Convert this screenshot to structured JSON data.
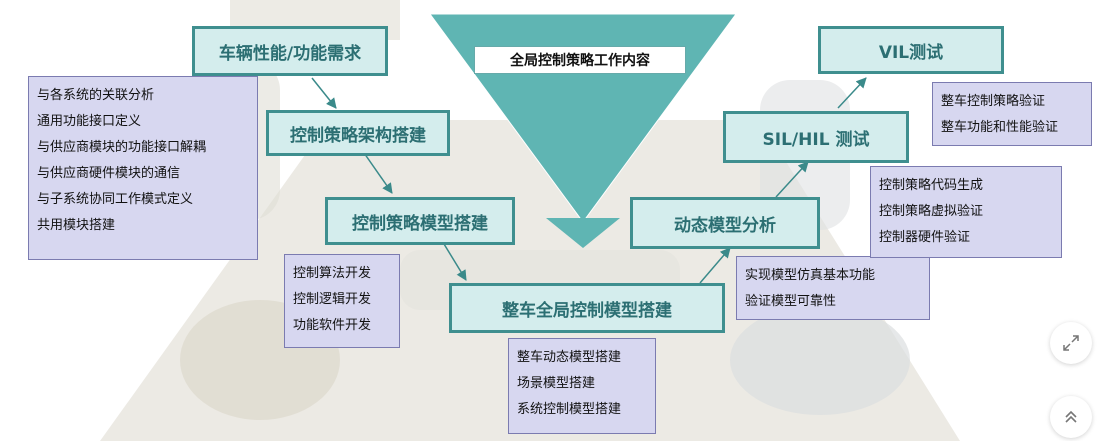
{
  "center": {
    "title": "全局控制策略工作内容"
  },
  "nodes": {
    "vehicle_req": "车辆性能/功能需求",
    "arch_build": "控制策略架构搭建",
    "model_build": "控制策略模型搭建",
    "global_model": "整车全局控制模型搭建",
    "dynamic_analysis": "动态模型分析",
    "sil_hil": "SIL/HIL 测试",
    "vil": "VIL测试"
  },
  "lists": {
    "req_details": [
      "与各系统的关联分析",
      "通用功能接口定义",
      "与供应商模块的功能接口解耦",
      "与供应商硬件模块的通信",
      "与子系统协同工作模式定义",
      "共用模块搭建"
    ],
    "model_details": [
      "控制算法开发",
      "控制逻辑开发",
      "功能软件开发"
    ],
    "global_details": [
      "整车动态模型搭建",
      "场景模型搭建",
      "系统控制模型搭建"
    ],
    "dynamic_details": [
      "实现模型仿真基本功能",
      "验证模型可靠性"
    ],
    "sil_details": [
      "控制策略代码生成",
      "控制策略虚拟验证",
      "控制器硬件验证"
    ],
    "vil_details": [
      "整车控制策略验证",
      "整车功能和性能验证"
    ]
  },
  "colors": {
    "node_fill": "#d4eded",
    "node_border": "#3f8f8f",
    "node_text": "#2c6f73",
    "list_fill": "#d7d7f0",
    "triangle": "#5fb5b3",
    "arrow": "#3a8a8a"
  },
  "icons": {
    "expand": "expand-icon",
    "scroll_top": "chevron-up-double-icon"
  }
}
